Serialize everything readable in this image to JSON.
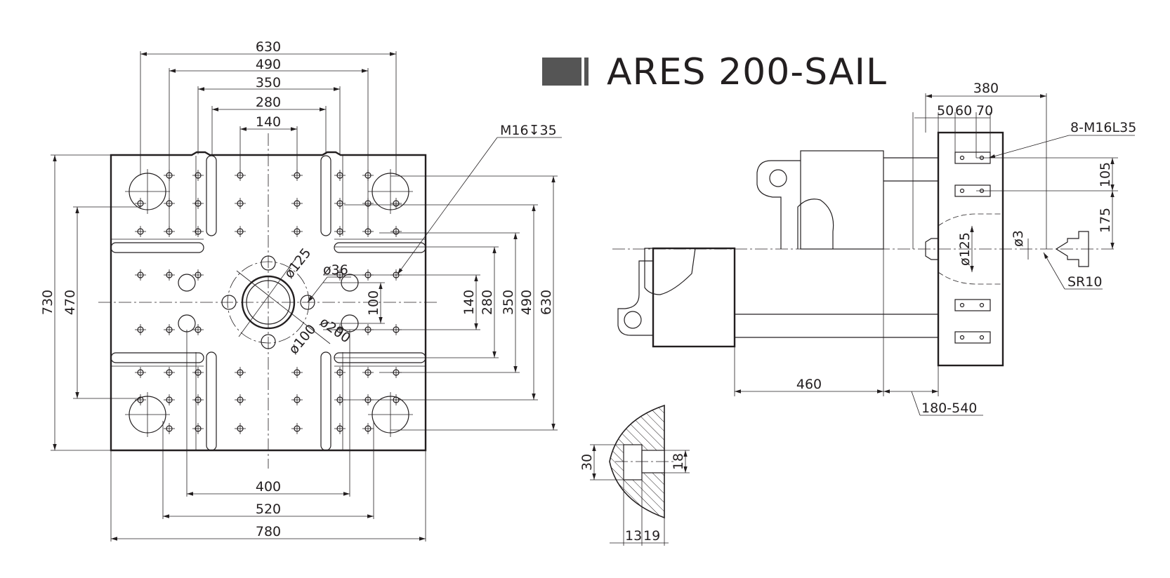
{
  "title": "ARES 200-SAIL",
  "title_block_color": "#555555",
  "line_color": "#231f20",
  "platen": {
    "horizontal_dims": [
      "630",
      "490",
      "350",
      "280",
      "140"
    ],
    "bottom_dims": [
      "400",
      "520",
      "780"
    ],
    "left_dims": [
      "730",
      "470"
    ],
    "right_dims": [
      "100",
      "140",
      "280",
      "350",
      "490",
      "630"
    ],
    "hole_callout": "M16↧35",
    "diameters": [
      "ø125",
      "ø36",
      "ø200",
      "ø100"
    ]
  },
  "side_view": {
    "top_dims": [
      "380",
      "50",
      "60",
      "70"
    ],
    "bolt_callout": "8-M16L35",
    "right_dims": [
      "105",
      "175"
    ],
    "nozzle_dims": [
      "ø125",
      "ø3"
    ],
    "sphere_radius": "SR10",
    "bottom_dims": [
      "460",
      "180-540"
    ]
  },
  "detail": {
    "dims": [
      "30",
      "18",
      "13",
      "19"
    ]
  }
}
